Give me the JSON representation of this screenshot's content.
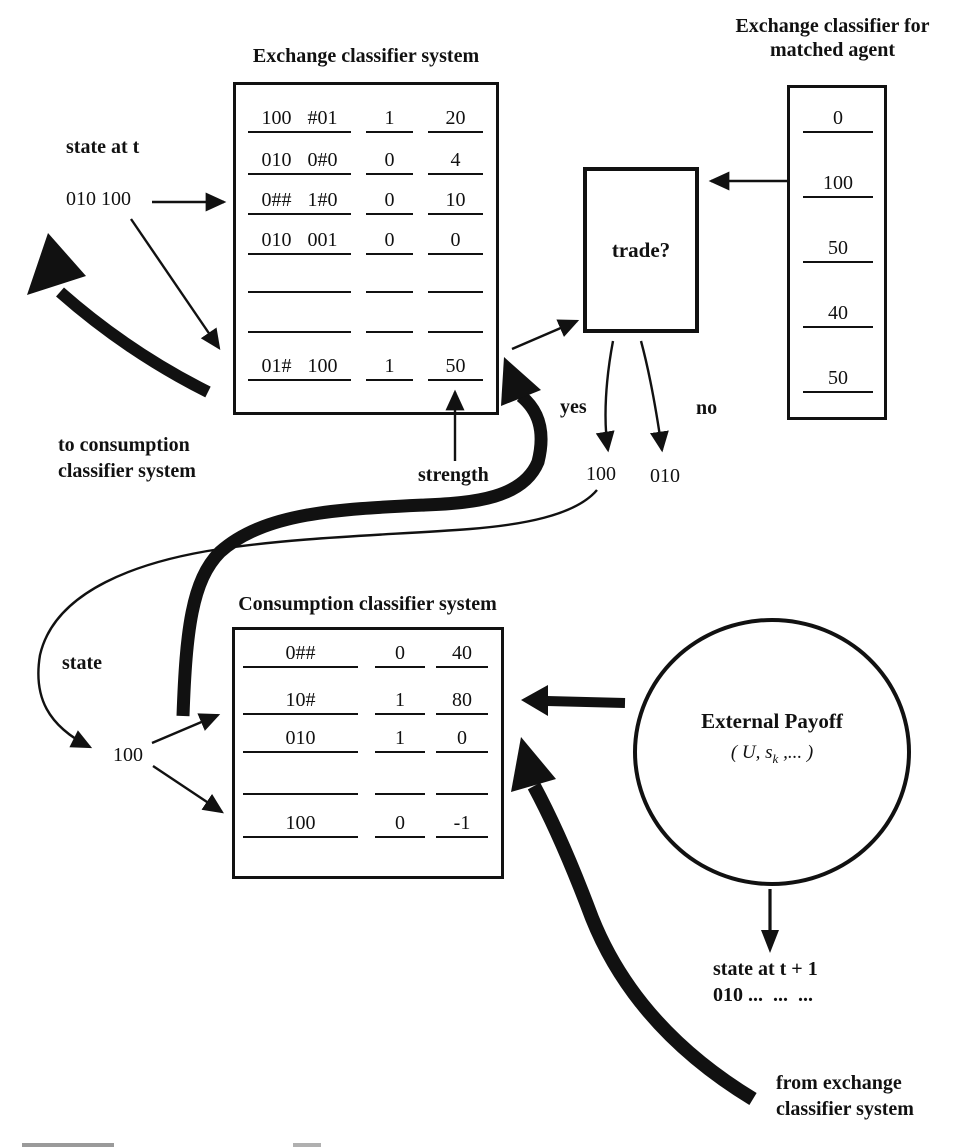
{
  "colors": {
    "ink": "#111111",
    "background": "#ffffff"
  },
  "exchange_table": {
    "title": "Exchange classifier system",
    "rows": [
      {
        "c1": "100",
        "c2": "#01",
        "bid": "1",
        "str": "20"
      },
      {
        "c1": "010",
        "c2": "0#0",
        "bid": "0",
        "str": "4"
      },
      {
        "c1": "0##",
        "c2": "1#0",
        "bid": "0",
        "str": "10"
      },
      {
        "c1": "010",
        "c2": "001",
        "bid": "0",
        "str": "0"
      },
      {
        "c1": "",
        "c2": "",
        "bid": "",
        "str": ""
      },
      {
        "c1": "",
        "c2": "",
        "bid": "",
        "str": ""
      },
      {
        "c1": "01#",
        "c2": "100",
        "bid": "1",
        "str": "50"
      }
    ]
  },
  "matched_table": {
    "title_line1": "Exchange classifier for",
    "title_line2": "matched agent",
    "values": [
      "0",
      "100",
      "50",
      "40",
      "50"
    ]
  },
  "trade_box": {
    "label": "trade?"
  },
  "consumption_table": {
    "title": "Consumption classifier system",
    "rows": [
      {
        "cond": "0##",
        "bid": "0",
        "str": "40"
      },
      {
        "cond": "10#",
        "bid": "1",
        "str": "80"
      },
      {
        "cond": "010",
        "bid": "1",
        "str": "0"
      },
      {
        "cond": "",
        "bid": "",
        "str": ""
      },
      {
        "cond": "100",
        "bid": "0",
        "str": "-1"
      }
    ]
  },
  "payoff_circle": {
    "title": "External Payoff",
    "args_pre": "( U, s",
    "args_sub": "k",
    "args_post": " ,... )"
  },
  "labels": {
    "state_at_t": "state at t",
    "state_at_t_value": "010 100",
    "to_consumption_line1": "to consumption",
    "to_consumption_line2": "classifier system",
    "strength": "strength",
    "yes": "yes",
    "no": "no",
    "yes_value": "100",
    "no_value": "010",
    "state": "state",
    "state_value": "100",
    "state_t1_line1": "state at t + 1",
    "state_t1_line2": "010 ...  ...  ...",
    "from_exchange_line1": "from exchange",
    "from_exchange_line2": "classifier system"
  }
}
